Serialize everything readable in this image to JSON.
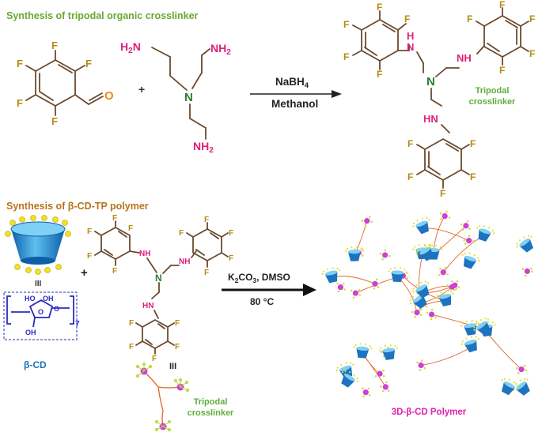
{
  "section1": {
    "title": "Synthesis of tripodal organic crosslinker",
    "plus": "+",
    "reagent_top": "NaBH",
    "reagent_sub": "4",
    "reagent_bottom": "Methanol",
    "product_label_line1": "Tripodal",
    "product_label_line2": "crosslinker"
  },
  "section2": {
    "title": "Synthesis of β-CD-TP polymer",
    "plus": "+",
    "cd_label": "β-CD",
    "repeat_subscript": "7",
    "equivalence": "III",
    "condition_top_a": "K",
    "condition_top_sub1": "2",
    "condition_top_b": "CO",
    "condition_top_sub2": "3",
    "condition_top_c": ", DMSO",
    "condition_bottom": "80 °C",
    "crosslinker_label_line1": "Tripodal",
    "crosslinker_label_line2": "crosslinker",
    "polymer_label": "3D-β-CD Polymer"
  },
  "atoms": {
    "F": "F",
    "O": "O",
    "N": "N",
    "NH2": "NH",
    "NH2_sub": "2",
    "NH": "NH",
    "HN": "HN",
    "H": "H",
    "HO": "HO",
    "OH": "OH"
  },
  "colors": {
    "title_green": "#6aa832",
    "title_brown": "#b8741a",
    "fluorine": "#b58a12",
    "oxygen": "#f08a1a",
    "nitrogen": "#2e7d32",
    "amine": "#e0207a",
    "label_green": "#5fae3a",
    "cd_blue": "#1e73be",
    "cd_unit": "#2b2bbf",
    "polymer_magenta": "#e020b0",
    "crosslink_node": "#d23fd2",
    "crosslink_line": "#e0662a"
  }
}
